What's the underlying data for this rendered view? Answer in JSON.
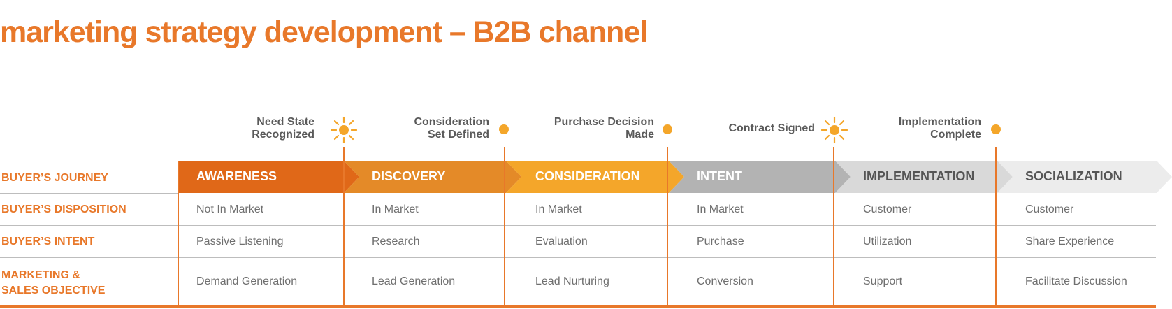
{
  "title": "marketing strategy development – B2B channel",
  "colors": {
    "accent": "#e8782a",
    "stages": [
      "#e06818",
      "#e48a28",
      "#f4a62a",
      "#b3b3b3",
      "#d9d9d9",
      "#ececec"
    ],
    "stage_text": [
      "#ffffff",
      "#ffffff",
      "#ffffff",
      "#ffffff",
      "#555555",
      "#555555"
    ]
  },
  "milestones": [
    {
      "label_line1": "Need State",
      "label_line2": "Recognized",
      "icon": "sun-icon"
    },
    {
      "label_line1": "Consideration",
      "label_line2": "Set Defined",
      "icon": "dot-icon"
    },
    {
      "label_line1": "Purchase Decision",
      "label_line2": "Made",
      "icon": "dot-icon"
    },
    {
      "label_line1": "Contract Signed",
      "label_line2": "",
      "icon": "sun-icon"
    },
    {
      "label_line1": "Implementation",
      "label_line2": "Complete",
      "icon": "dot-icon"
    }
  ],
  "row_labels": {
    "journey": "BUYER’S JOURNEY",
    "disposition": "BUYER’S DISPOSITION",
    "intent": "BUYER’S INTENT",
    "objective_line1": "MARKETING &",
    "objective_line2": "SALES OBJECTIVE"
  },
  "stages": [
    {
      "name": "AWARENESS",
      "disposition": "Not In Market",
      "intent": "Passive Listening",
      "objective": "Demand Generation"
    },
    {
      "name": "DISCOVERY",
      "disposition": "In Market",
      "intent": "Research",
      "objective": "Lead Generation"
    },
    {
      "name": "CONSIDERATION",
      "disposition": "In Market",
      "intent": "Evaluation",
      "objective": "Lead Nurturing"
    },
    {
      "name": "INTENT",
      "disposition": "In Market",
      "intent": "Purchase",
      "objective": "Conversion"
    },
    {
      "name": "IMPLEMENTATION",
      "disposition": "Customer",
      "intent": "Utilization",
      "objective": "Support"
    },
    {
      "name": "SOCIALIZATION",
      "disposition": "Customer",
      "intent": "Share Experience",
      "objective": "Facilitate Discussion"
    }
  ]
}
